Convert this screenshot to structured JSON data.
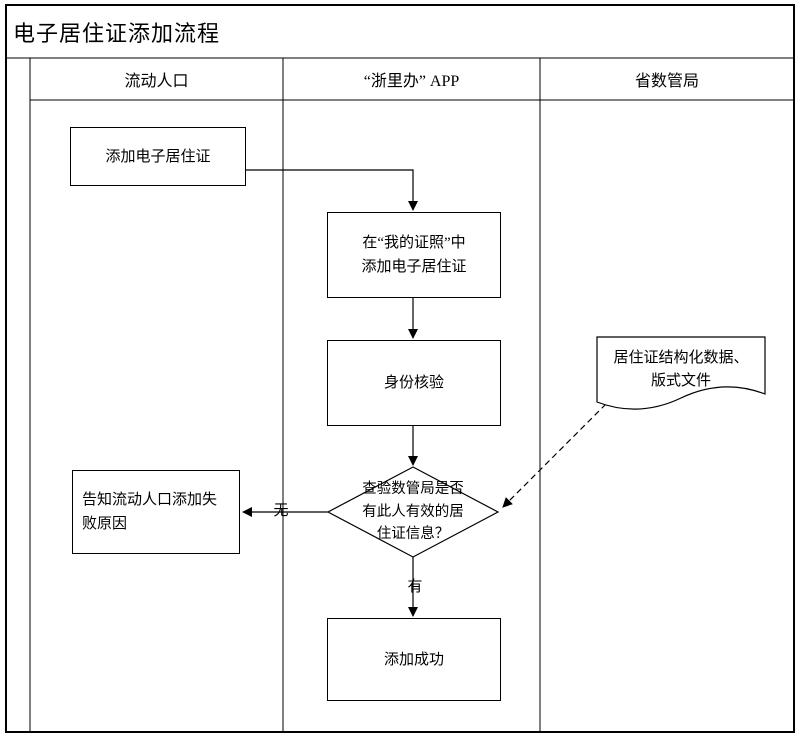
{
  "title": "电子居住证添加流程",
  "lanes": {
    "lane1": "流动人口",
    "lane2": "“浙里办” APP",
    "lane3": "省数管局"
  },
  "nodes": {
    "add_permit": "添加电子居住证",
    "add_in_my_certs": "在“我的证照”中\n添加电子居住证",
    "identity_check": "身份核验",
    "decision": "查验数管局是否\n有此人有效的居\n住证信息？",
    "notify_failure": "告知流动人口添加失\n败原因",
    "success": "添加成功",
    "data_doc": "居住证结构化数据、\n版式文件"
  },
  "edge_labels": {
    "no": "无",
    "yes": "有"
  },
  "colors": {
    "line": "#000000",
    "background": "#ffffff",
    "text": "#000000"
  }
}
